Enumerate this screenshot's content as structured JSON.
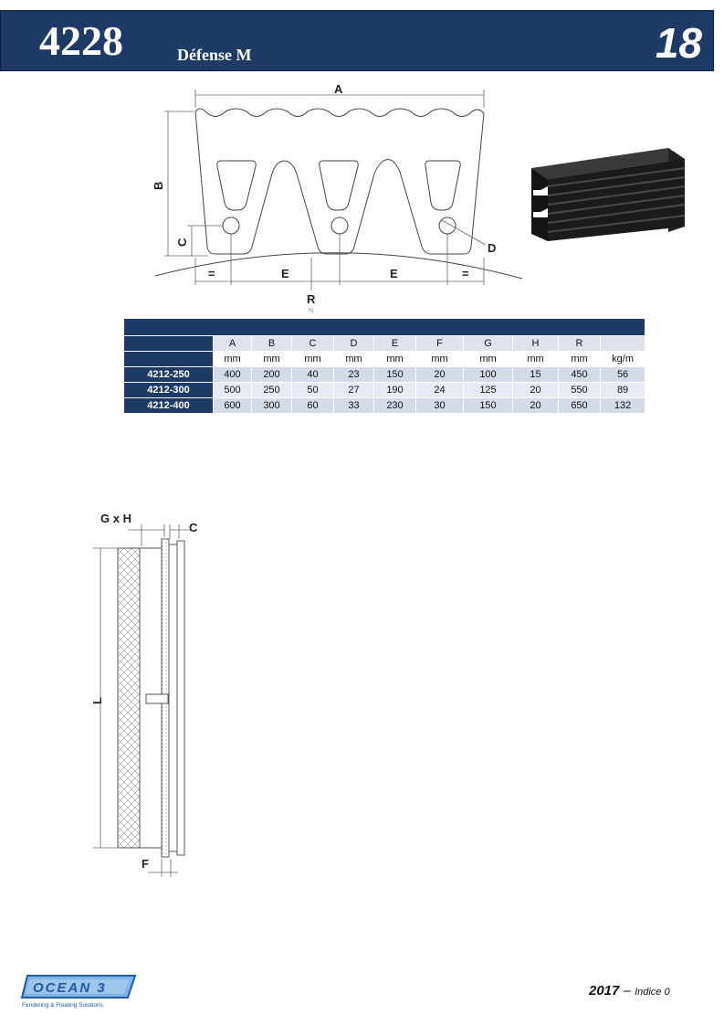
{
  "header": {
    "code": "4228",
    "subtitle": "Défense M",
    "page_number": "18"
  },
  "profile_drawing": {
    "labels": {
      "a": "A",
      "b": "B",
      "c": "C",
      "d": "D",
      "e": "E",
      "eq": "=",
      "r": "R",
      "n": "N"
    }
  },
  "side_drawing": {
    "labels": {
      "gxh": "G x H",
      "c": "C",
      "l": "L",
      "f": "F"
    }
  },
  "table": {
    "columns": [
      "A",
      "B",
      "C",
      "D",
      "E",
      "F",
      "G",
      "H",
      "R",
      ""
    ],
    "units": [
      "mm",
      "mm",
      "mm",
      "mm",
      "mm",
      "mm",
      "mm",
      "mm",
      "mm",
      "kg/m"
    ],
    "rows": [
      {
        "ref": "4212-250",
        "values": [
          "400",
          "200",
          "40",
          "23",
          "150",
          "20",
          "100",
          "15",
          "450",
          "56"
        ]
      },
      {
        "ref": "4212-300",
        "values": [
          "500",
          "250",
          "50",
          "27",
          "190",
          "24",
          "125",
          "20",
          "550",
          "89"
        ]
      },
      {
        "ref": "4212-400",
        "values": [
          "600",
          "300",
          "60",
          "33",
          "230",
          "30",
          "150",
          "20",
          "650",
          "132"
        ]
      }
    ]
  },
  "logo": {
    "name": "OCEAN 3",
    "tagline": "Fendering & Floating Solutions",
    "colors": {
      "primary": "#1e5aa8",
      "light": "#7fb2e5"
    }
  },
  "footer": {
    "year": "2017",
    "dash": "–",
    "index": "Indice 0"
  },
  "colors": {
    "header_bg": "#1d3b66",
    "row_dark": "#d3dbe7",
    "row_light": "#e8ecf2",
    "fender": "#1a1a1a"
  }
}
